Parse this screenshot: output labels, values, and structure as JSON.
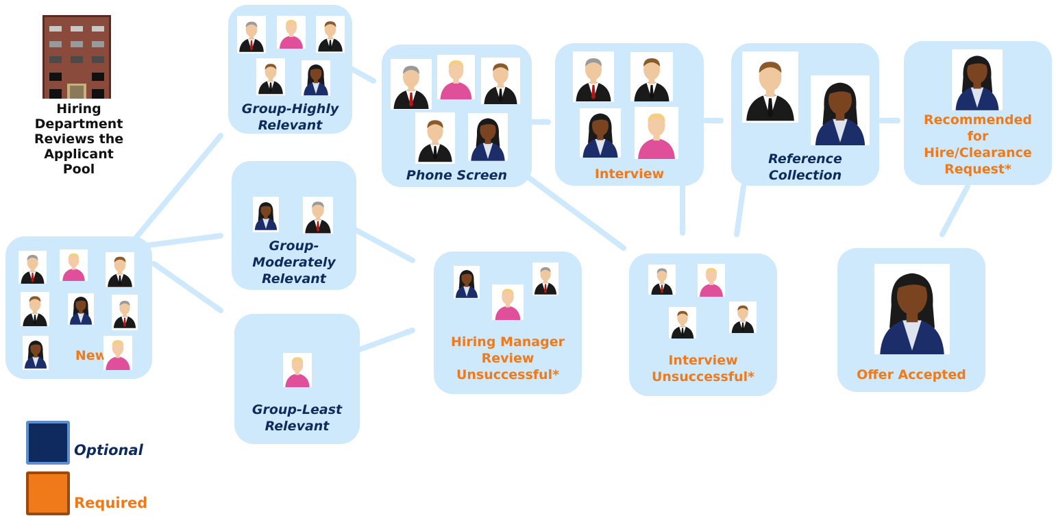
{
  "department_label": "Hiring\nDepartment\nReviews the\nApplicant Pool",
  "stages": {
    "new": {
      "label": "New",
      "kind": "required"
    },
    "highly_relevant": {
      "label": "Group-Highly\nRelevant",
      "kind": "optional"
    },
    "moderately_relevant": {
      "label": "Group-\nModerately\nRelevant",
      "kind": "optional"
    },
    "least_relevant": {
      "label": "Group-Least\nRelevant",
      "kind": "optional"
    },
    "phone_screen": {
      "label": "Phone Screen",
      "kind": "optional"
    },
    "interview": {
      "label": "Interview",
      "kind": "required"
    },
    "reference_collection": {
      "label": "Reference\nCollection",
      "kind": "optional"
    },
    "recommended": {
      "label": "Recommended\nfor\nHire/Clearance\nRequest*",
      "kind": "required"
    },
    "hm_unsuccessful": {
      "label": "Hiring Manager\nReview\nUnsuccessful*",
      "kind": "required"
    },
    "interview_unsuccessful": {
      "label": "Interview\nUnsuccessful*",
      "kind": "required"
    },
    "offer_accepted": {
      "label": "Offer Accepted",
      "kind": "required"
    }
  },
  "legend": {
    "optional": {
      "label": "Optional",
      "fill": "#0e2a5f",
      "border": "#5b8fd0"
    },
    "required": {
      "label": "Required",
      "fill": "#f07a1a",
      "border": "#9a4a0c"
    }
  },
  "colors": {
    "stage_fill": "#cde9fb",
    "arrow": "#cde9fb",
    "optional_text": "#0e2a5f",
    "required_text": "#f07a1a"
  },
  "avatar_types": [
    "older-man-avatar",
    "blonde-woman-avatar",
    "man-tuxedo-avatar",
    "dark-haired-woman-avatar"
  ],
  "connections": [
    [
      "new",
      "highly_relevant"
    ],
    [
      "new",
      "moderately_relevant"
    ],
    [
      "new",
      "least_relevant"
    ],
    [
      "highly_relevant",
      "phone_screen"
    ],
    [
      "moderately_relevant",
      "hm_unsuccessful"
    ],
    [
      "least_relevant",
      "hm_unsuccessful"
    ],
    [
      "phone_screen",
      "interview"
    ],
    [
      "phone_screen",
      "interview_unsuccessful"
    ],
    [
      "interview",
      "reference_collection"
    ],
    [
      "interview",
      "interview_unsuccessful"
    ],
    [
      "reference_collection",
      "recommended"
    ],
    [
      "reference_collection",
      "interview_unsuccessful"
    ],
    [
      "recommended",
      "offer_accepted"
    ]
  ]
}
